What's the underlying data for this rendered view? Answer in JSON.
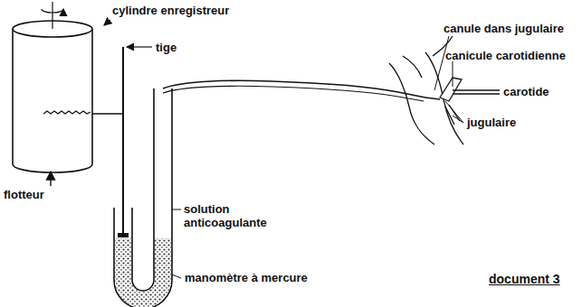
{
  "diagram": {
    "caption": "document 3",
    "labels": [
      "cylindre enregistreur",
      "tige",
      "flotteur",
      "solution anticoagulante",
      "manomètre à mercure",
      "canule dans jugulaire",
      "canicule carotidienne",
      "carotide",
      "jugulaire"
    ]
  }
}
